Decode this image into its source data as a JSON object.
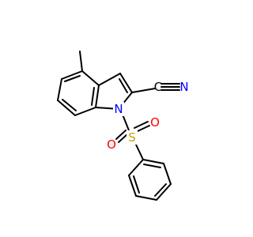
{
  "molecule": {
    "atoms": {
      "ring_nitrogen": {
        "label": "N",
        "color": "#0000ff"
      },
      "nitrile_carbon": {
        "label": "C",
        "color": "#000000"
      },
      "nitrile_nitrogen": {
        "label": "N",
        "color": "#0000ff"
      },
      "sulfur": {
        "label": "S",
        "color": "#c8a000"
      },
      "oxygen_upper": {
        "label": "O",
        "color": "#ff0000"
      },
      "oxygen_lower": {
        "label": "O",
        "color": "#ff0000"
      }
    }
  }
}
